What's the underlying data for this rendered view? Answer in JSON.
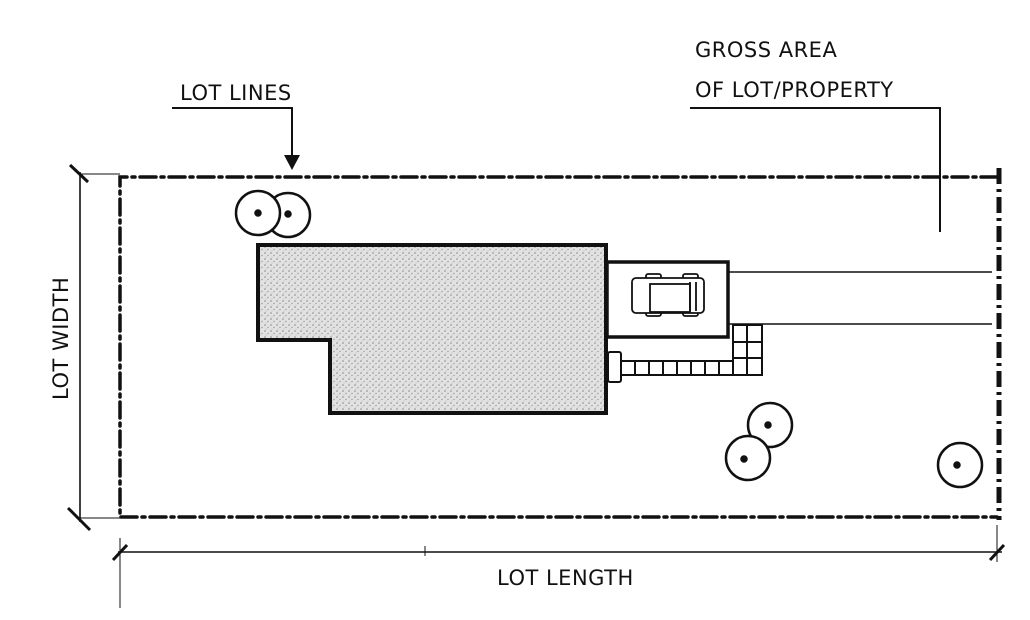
{
  "labels": {
    "lot_lines": "LOT LINES",
    "gross_area_line1": "GROSS AREA",
    "gross_area_line2": "OF LOT/PROPERTY",
    "lot_width": "LOT WIDTH",
    "lot_length": "LOT LENGTH"
  },
  "colors": {
    "ink": "#111111",
    "house_fill": "#c9c9c9"
  }
}
